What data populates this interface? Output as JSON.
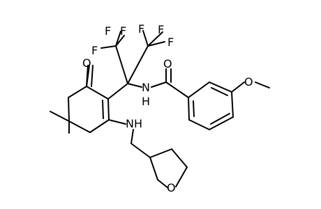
{
  "molecule": {
    "atoms": [
      {
        "id": "o_ketone",
        "label": "O"
      },
      {
        "id": "f1",
        "label": "F"
      },
      {
        "id": "f2",
        "label": "F"
      },
      {
        "id": "f3",
        "label": "F"
      },
      {
        "id": "f4",
        "label": "F"
      },
      {
        "id": "f5",
        "label": "F"
      },
      {
        "id": "f6",
        "label": "F"
      },
      {
        "id": "n_amide",
        "label": "N"
      },
      {
        "id": "h_amide",
        "label": "H"
      },
      {
        "id": "o_amide",
        "label": "O"
      },
      {
        "id": "o_methoxy",
        "label": "O"
      },
      {
        "id": "n_amine",
        "label": "N"
      },
      {
        "id": "h_amine",
        "label": "H"
      },
      {
        "id": "o_thf",
        "label": "O"
      }
    ]
  },
  "colors": {
    "bond": "#000000",
    "label": "#000000",
    "background": "#ffffff"
  }
}
